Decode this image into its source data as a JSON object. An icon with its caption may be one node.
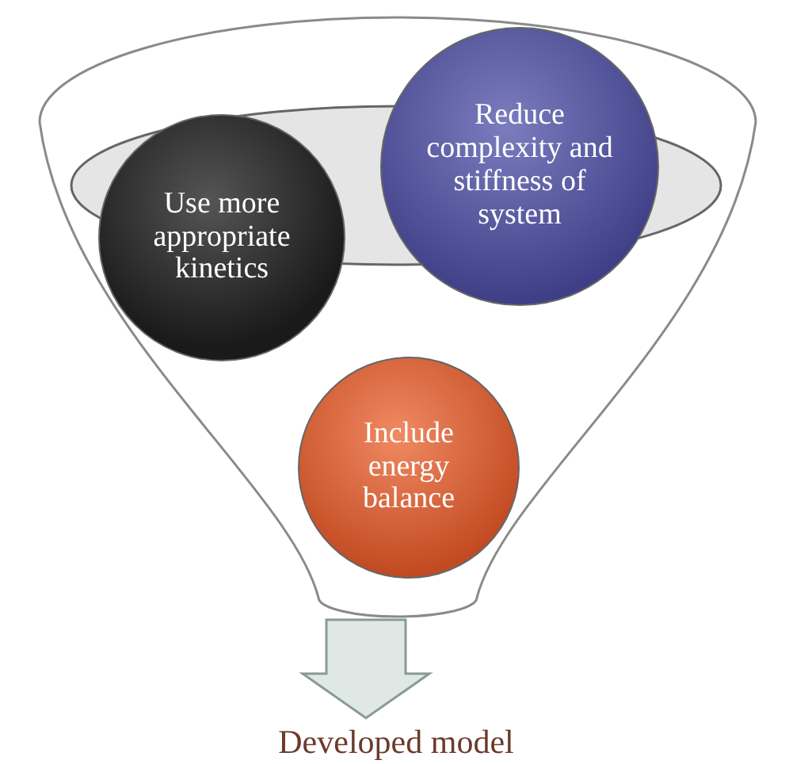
{
  "diagram": {
    "nodes": [
      {
        "text": [],
        "shape": "funnel"
      },
      {
        "text": [
          "Use more appropriate kinetics"
        ],
        "in": 0
      },
      {
        "text": [
          "Reduce complexity and stiffness of system"
        ],
        "in": 0
      },
      {
        "text": [
          "Include energy balance"
        ],
        "in": 0
      },
      {
        "text": [
          "Developed model"
        ]
      }
    ],
    "edges": [
      {
        "from": 0,
        "to": 4,
        "arrow": "to"
      }
    ]
  }
}
